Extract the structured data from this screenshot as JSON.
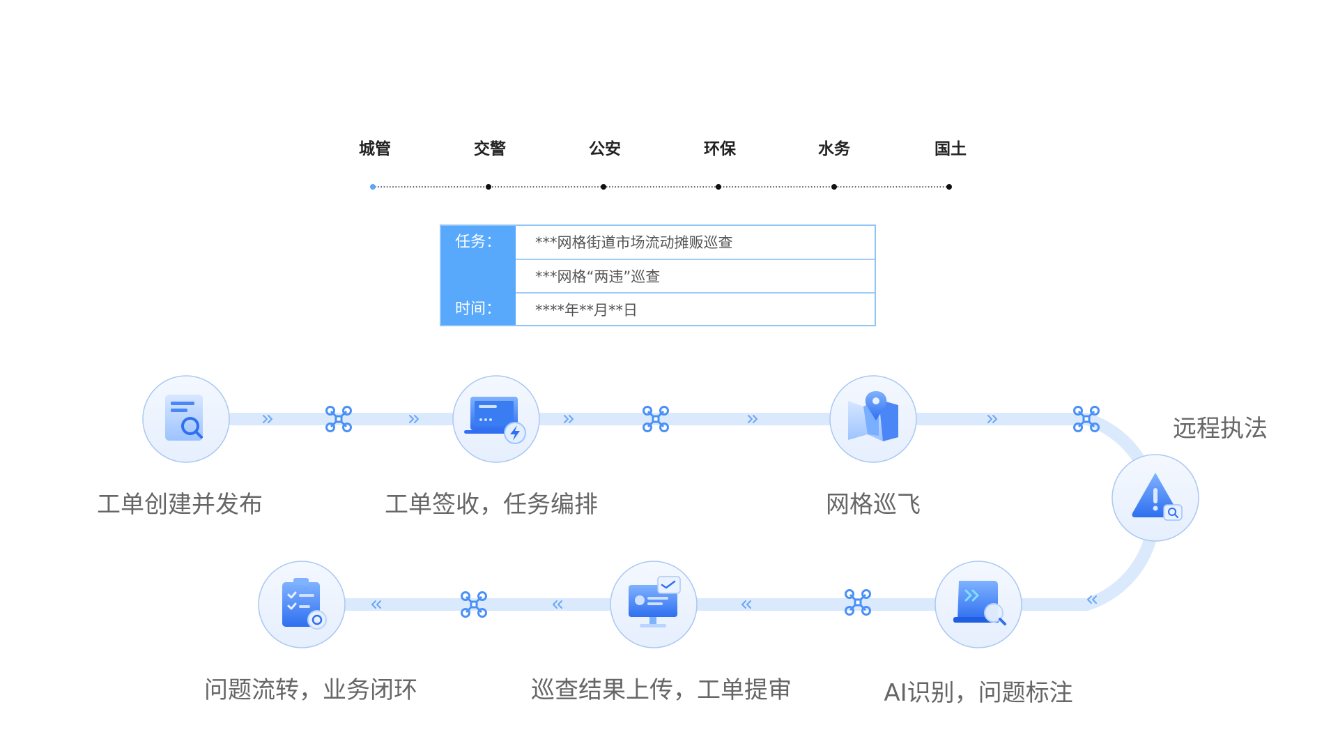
{
  "tabs": [
    "城管",
    "交警",
    "公安",
    "环保",
    "水务",
    "国土"
  ],
  "task_table": {
    "task_label": "任务：",
    "time_label": "时间：",
    "task_1": "***网格街道市场流动摊贩巡查",
    "task_2": "***网格“两违”巡查",
    "time_value": "****年**月**日"
  },
  "steps": {
    "step_1": "工单创建并发布",
    "step_2": "工单签收，任务编排",
    "step_3": "网格巡飞",
    "step_4": "远程执法",
    "step_5": "AI识别，问题标注",
    "step_6": "巡查结果上传，工单提审",
    "step_7": "问题流转，业务闭环"
  },
  "icons": {
    "step_1": "document-search-icon",
    "step_2": "laptop-lightning-icon",
    "step_3": "map-pin-icon",
    "step_4": "warning-search-icon",
    "step_5": "screen-ai-scan-icon",
    "step_6": "monitor-upload-icon",
    "step_7": "clipboard-checklist-icon",
    "connector": "drone-icon",
    "arrows": "chevron-arrow-icon"
  },
  "colors": {
    "accent": "#58a8fb",
    "path": "#dbe9fd",
    "icon_blue": "#2f6ff0",
    "step_text": "#666666"
  }
}
